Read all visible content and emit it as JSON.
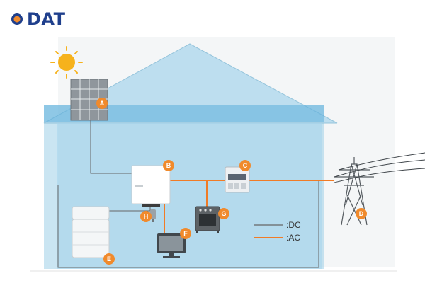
{
  "brand": {
    "logo_text": "DAT"
  },
  "labels": {
    "a": "A",
    "b": "B",
    "c": "C",
    "d": "D",
    "e": "E",
    "f": "F",
    "g": "G",
    "h": "H"
  },
  "legend": {
    "dc": ":DC",
    "ac": ":AC"
  },
  "colors": {
    "dc_line": "#666666",
    "ac_line": "#f07b26",
    "badge": "#f08a2c",
    "brand": "#1f3f8c",
    "house": "#9fd0e8"
  }
}
